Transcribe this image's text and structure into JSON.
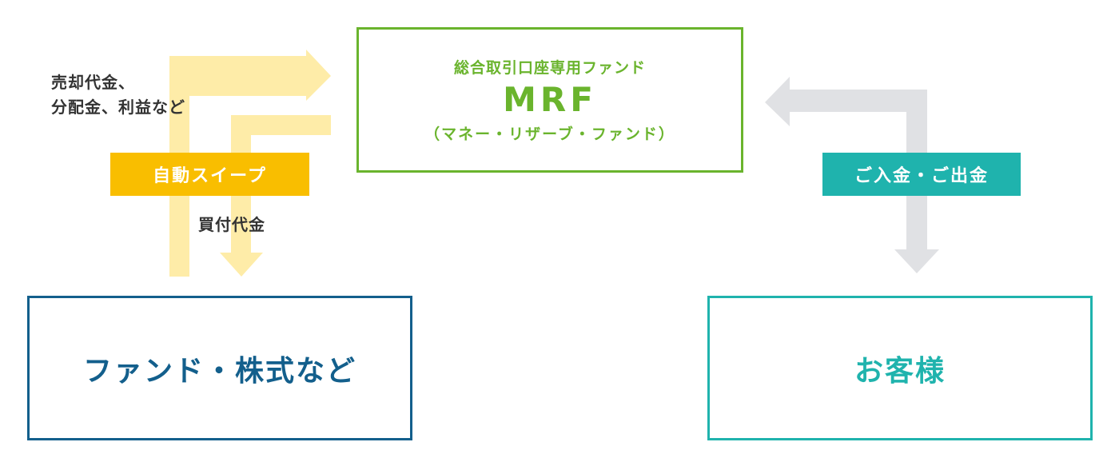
{
  "mrf_box": {
    "subtitle": "総合取引口座専用ファンド",
    "title": "MRF",
    "kana": "（マネー・リザーブ・ファンド）"
  },
  "funds_box": {
    "title": "ファンド・株式など"
  },
  "customer_box": {
    "title": "お客様"
  },
  "labels": {
    "sale_line1": "売却代金、",
    "sale_line2": "分配金、利益など",
    "buy": "買付代金"
  },
  "badges": {
    "sweep": "自動スイープ",
    "deposit": "ご入金・ご出金"
  },
  "colors": {
    "mrf": "#6ab42d",
    "funds": "#135f8c",
    "customer": "#1fb3ad",
    "sweep_badge": "#f9be00",
    "sweep_arrow": "#feeca8",
    "deposit_arrow": "#e0e1e4"
  }
}
